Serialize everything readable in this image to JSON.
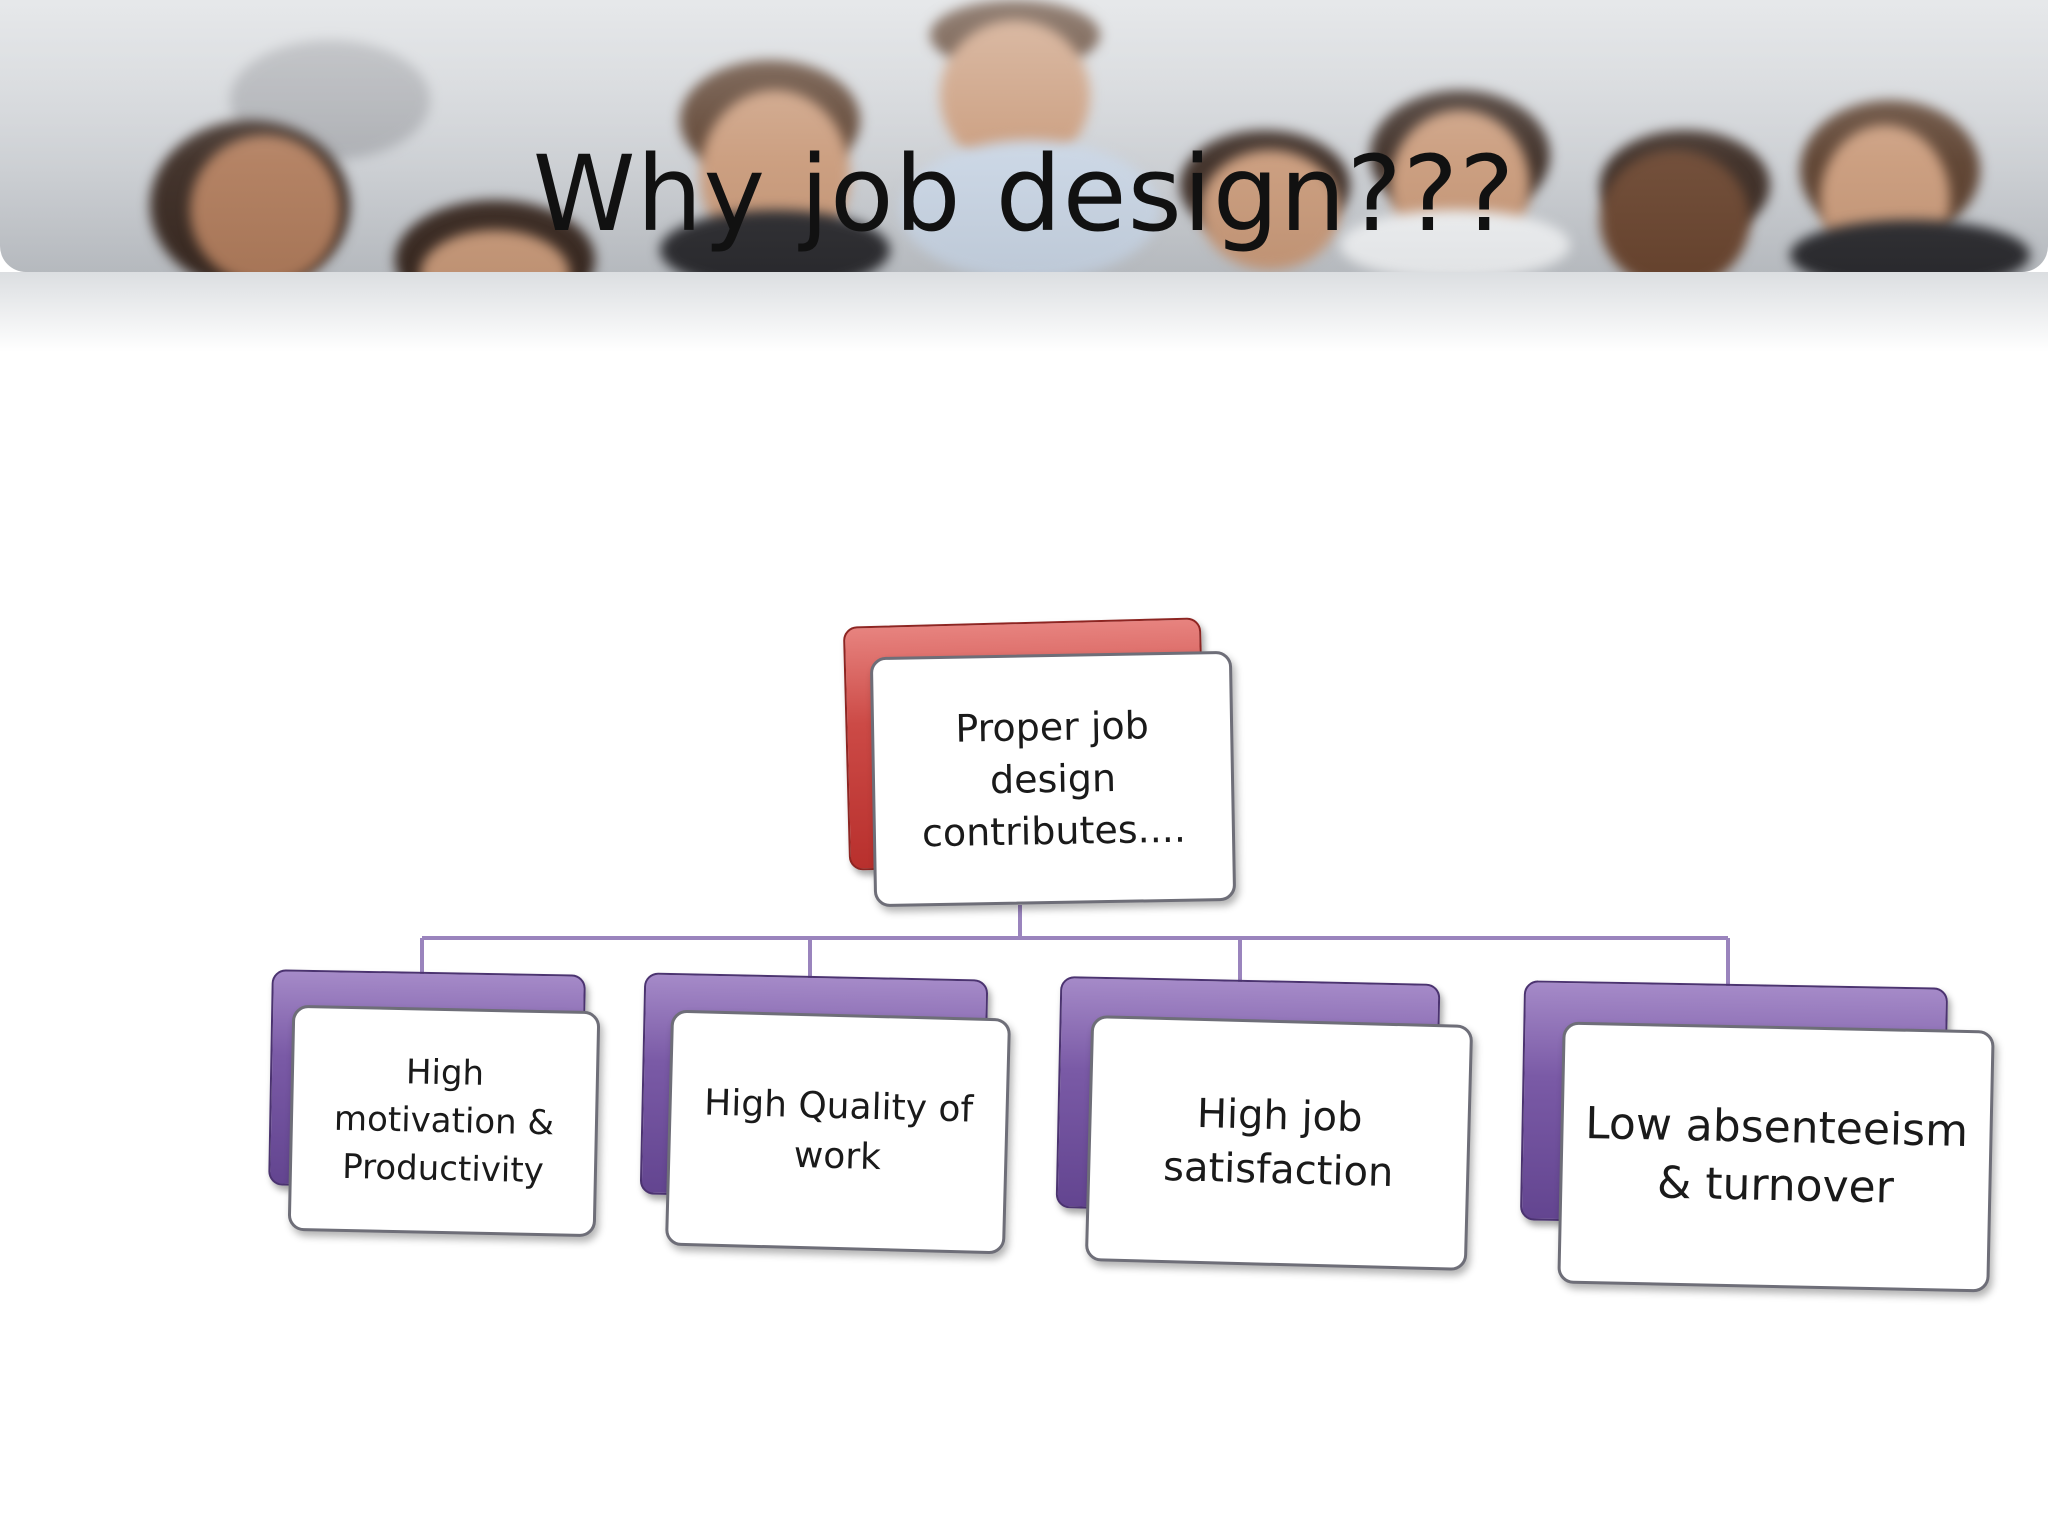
{
  "title": "Why job design???",
  "diagram": {
    "root": {
      "label": "Proper job design contributes...."
    },
    "children": [
      {
        "label": "High motivation & Productivity"
      },
      {
        "label": "High Quality of work"
      },
      {
        "label": "High job satisfaction"
      },
      {
        "label": "Low absenteeism & turnover"
      }
    ]
  },
  "colors": {
    "root_accent": "#c9403c",
    "child_accent": "#7a5aa6",
    "connector": "#9a84bd",
    "title_text": "#111111"
  }
}
